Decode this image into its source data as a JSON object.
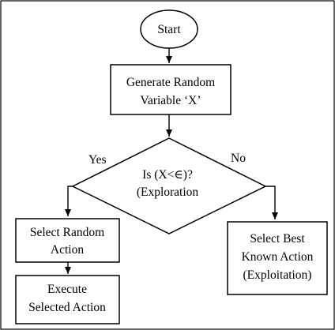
{
  "nodes": {
    "start": {
      "label": "Start"
    },
    "generate": {
      "line1": "Generate Random",
      "line2": "Variable ‘X’"
    },
    "decision": {
      "line1": "Is (X<∈)?",
      "line2": "(Exploration"
    },
    "random_action": {
      "line1": "Select Random",
      "line2": "Action"
    },
    "execute": {
      "line1": "Execute",
      "line2": "Selected Action"
    },
    "best_action": {
      "line1": "Select Best",
      "line2": "Known Action",
      "line3": "(Exploitation)"
    }
  },
  "edges": {
    "yes_label": "Yes",
    "no_label": "No"
  },
  "colors": {
    "stroke": "#000000",
    "fill": "#ffffff"
  }
}
